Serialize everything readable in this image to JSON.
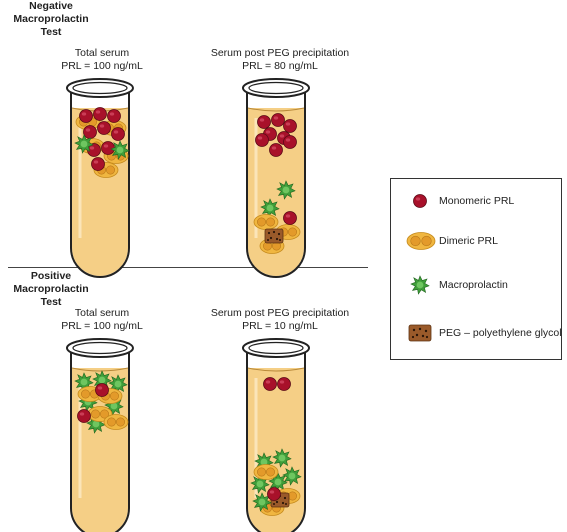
{
  "negative": {
    "title_line1": "Negative",
    "title_line2": "Macroprolactin Test",
    "tube1": {
      "label_line1": "Total serum",
      "label_line2": "PRL = 100 ng/mL"
    },
    "tube2": {
      "label_line1": "Serum post PEG precipitation",
      "label_line2": "PRL = 80 ng/mL"
    }
  },
  "positive": {
    "title_line1": "Positive",
    "title_line2": "Macroprolactin Test",
    "tube1": {
      "label_line1": "Total serum",
      "label_line2": "PRL = 100 ng/mL"
    },
    "tube2": {
      "label_line1": "Serum post PEG precipitation",
      "label_line2": "PRL = 10 ng/mL"
    }
  },
  "legend": {
    "items": [
      {
        "label": "Monomeric PRL",
        "icon": "monomeric-prl-icon"
      },
      {
        "label": "Dimeric PRL",
        "icon": "dimeric-prl-icon"
      },
      {
        "label": "Macroprolactin",
        "icon": "macroprolactin-icon"
      },
      {
        "label": "PEG – polyethylene glycol",
        "icon": "peg-icon"
      }
    ]
  },
  "colors": {
    "serum": "#f5cf86",
    "monomeric": "#a8112a",
    "dimeric": "#f0b640",
    "macro": "#3f9e3a",
    "peg": "#9a5a2a"
  }
}
